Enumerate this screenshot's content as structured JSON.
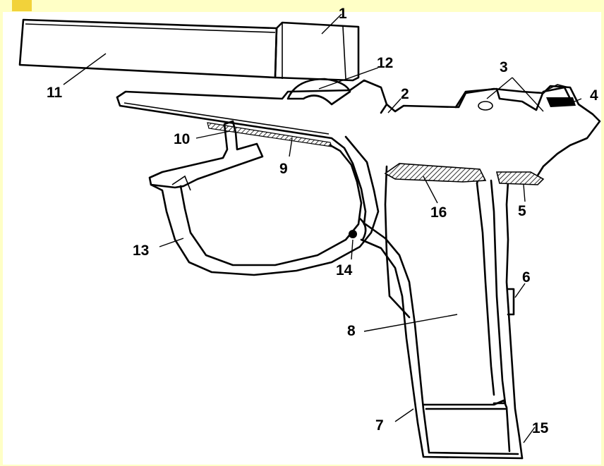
{
  "diagram": {
    "colors": {
      "background": "#ffffc6",
      "corner_mark": "#f2d23a",
      "drawing_background": "#ffffff",
      "ink": "#000000"
    },
    "labels": {
      "l1": "1",
      "l2": "2",
      "l3": "3",
      "l4": "4",
      "l5": "5",
      "l6": "6",
      "l7": "7",
      "l8": "8",
      "l9": "9",
      "l10": "10",
      "l11": "11",
      "l12": "12",
      "l13": "13",
      "l14": "14",
      "l15": "15",
      "l16": "16"
    }
  }
}
